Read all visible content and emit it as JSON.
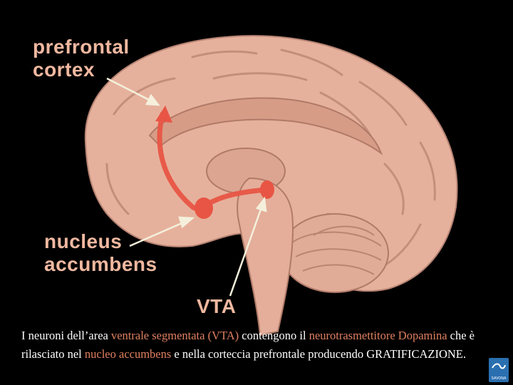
{
  "labels": {
    "prefrontal_line1": "prefrontal",
    "prefrontal_line2": "cortex",
    "nucleus_line1": "nucleus",
    "nucleus_line2": "accumbens",
    "vta": "VTA"
  },
  "caption": {
    "t1": "I neuroni dell’area ",
    "h1": "ventrale segmentata (VTA)",
    "t2": " contengono il ",
    "h2": "neurotrasmettitore",
    "t3": " ",
    "h3": "Dopamina",
    "t4": " che è rilasciato nel ",
    "h4": "nucleo accumbens",
    "t5": " e nella corteccia prefrontale producendo GRATIFICAZIONE."
  },
  "logo": {
    "text": "SAVONA"
  },
  "colors": {
    "background": "#000000",
    "brain": "#e8b4a0",
    "pathway": "#e85545",
    "label": "#f0b8a0",
    "highlight": "#e08060",
    "arrow": "#f4f0dc",
    "logo": "#2a6fb0"
  }
}
